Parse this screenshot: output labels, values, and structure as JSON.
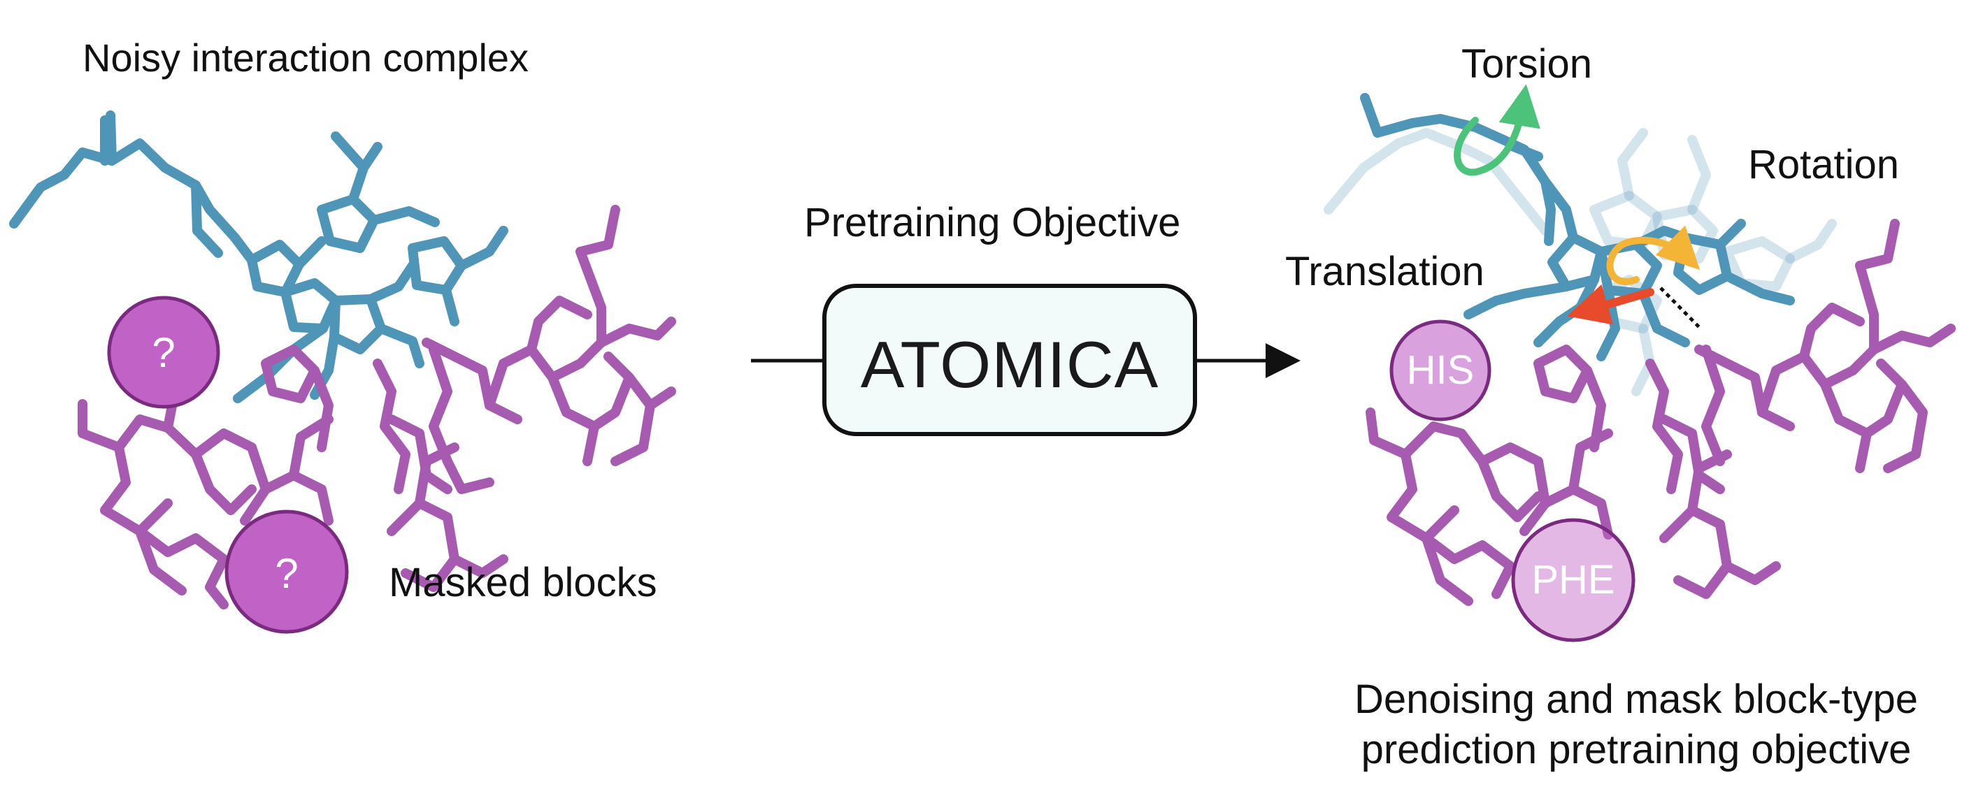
{
  "title_left": "Noisy interaction complex",
  "masked_label": "Masked blocks",
  "masked_symbol": "?",
  "objective_label": "Pretraining Objective",
  "model_name": "ATOMICA",
  "transformations": {
    "torsion": "Torsion",
    "rotation": "Rotation",
    "translation": "Translation"
  },
  "predicted_blocks": [
    "HIS",
    "PHE"
  ],
  "caption": "Denoising and mask block-type prediction pretraining objective",
  "colors": {
    "ligand": "#4f95b8",
    "protein": "#a65bb0",
    "mask_fill": "#c062c6",
    "mask_stroke": "#7a2a7f",
    "torsion_arrow": "#4dc27a",
    "rotation_arrow": "#f4b536",
    "translation_arrow": "#e84a2c",
    "model_box_fill": "#f2fbfa"
  },
  "icons": [
    "torsion-arrow-icon",
    "rotation-arrow-icon",
    "translation-arrow-icon",
    "flow-arrow-icon"
  ]
}
